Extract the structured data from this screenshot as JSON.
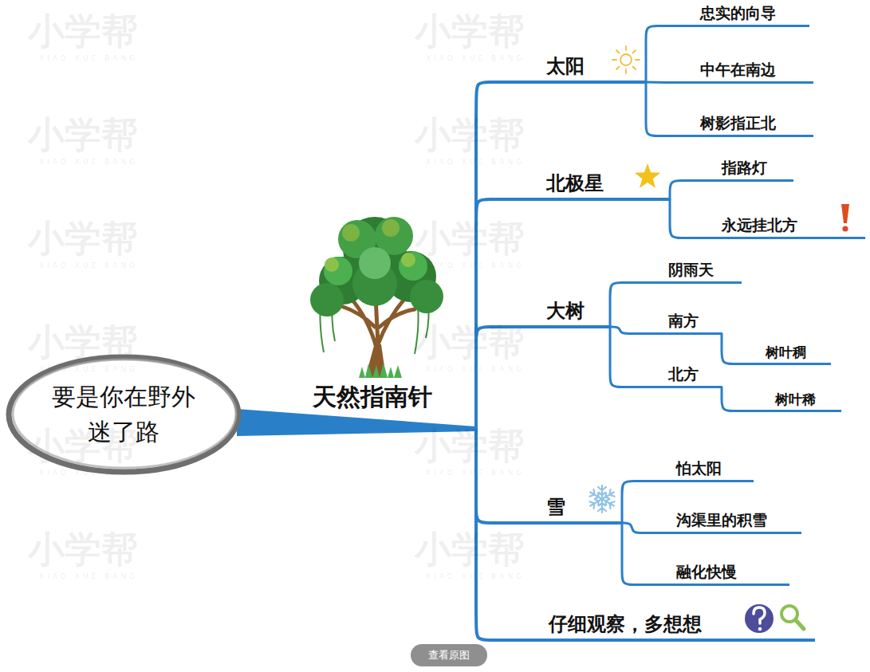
{
  "diagram": {
    "nodes": [
      {
        "text": [
          "要是你在野外 迷了路"
        ]
      },
      {
        "text": [
          "天然指南针"
        ]
      },
      {
        "text": [
          "太阳"
        ]
      },
      {
        "text": [
          "忠实的向导"
        ]
      },
      {
        "text": [
          "中午在南边"
        ]
      },
      {
        "text": [
          "树影指正北"
        ]
      },
      {
        "text": [
          "北极星"
        ]
      },
      {
        "text": [
          "指路灯"
        ]
      },
      {
        "text": [
          "永远挂北方"
        ]
      },
      {
        "text": [
          "大树"
        ]
      },
      {
        "text": [
          "阴雨天"
        ]
      },
      {
        "text": [
          "南方"
        ]
      },
      {
        "text": [
          "树叶稠"
        ]
      },
      {
        "text": [
          "北方"
        ]
      },
      {
        "text": [
          "树叶稀"
        ]
      },
      {
        "text": [
          "雪"
        ]
      },
      {
        "text": [
          "怕太阳"
        ]
      },
      {
        "text": [
          "沟渠里的积雪"
        ]
      },
      {
        "text": [
          "融化快慢"
        ]
      },
      {
        "text": [
          "仔细观察，多想想"
        ]
      },
      {
        "text": [
          "查看原图"
        ]
      }
    ],
    "edges": [
      {
        "from": 0,
        "to": 1,
        "arrow": "none"
      },
      {
        "from": 1,
        "to": 2,
        "arrow": "none"
      },
      {
        "from": 2,
        "to": 3,
        "arrow": "none"
      },
      {
        "from": 2,
        "to": 4,
        "arrow": "none"
      },
      {
        "from": 2,
        "to": 5,
        "arrow": "none"
      },
      {
        "from": 1,
        "to": 6,
        "arrow": "none"
      },
      {
        "from": 6,
        "to": 7,
        "arrow": "none"
      },
      {
        "from": 6,
        "to": 8,
        "arrow": "none"
      },
      {
        "from": 1,
        "to": 9,
        "arrow": "none"
      },
      {
        "from": 9,
        "to": 10,
        "arrow": "none"
      },
      {
        "from": 9,
        "to": 11,
        "arrow": "none"
      },
      {
        "from": 11,
        "to": 12,
        "arrow": "none"
      },
      {
        "from": 9,
        "to": 13,
        "arrow": "none"
      },
      {
        "from": 13,
        "to": 14,
        "arrow": "none"
      },
      {
        "from": 1,
        "to": 15,
        "arrow": "none"
      },
      {
        "from": 15,
        "to": 16,
        "arrow": "none"
      },
      {
        "from": 15,
        "to": 17,
        "arrow": "none"
      },
      {
        "from": 15,
        "to": 18,
        "arrow": "none"
      },
      {
        "from": 1,
        "to": 19,
        "arrow": "none"
      }
    ],
    "labels": [
      "小学帮",
      "XIAO XUE BANG",
      "小学帮",
      "XIAO XUE BANG",
      "小学帮",
      "XIAO XUE BANG",
      "小学帮",
      "XIAO XUE BANG",
      "小学帮",
      "XIAO XUE BANG",
      "小学帮",
      "XIAO XUE BANG",
      "小学帮",
      "XIAO XUE BANG",
      "小学帮",
      "XIAO XUE BANG",
      "小学帮",
      "XIAO XUE BANG",
      "小学帮",
      "XIAO XUE BANG",
      "小学帮",
      "XIAO XUE BANG",
      "小学帮",
      "XIAO XUE BANG"
    ]
  }
}
